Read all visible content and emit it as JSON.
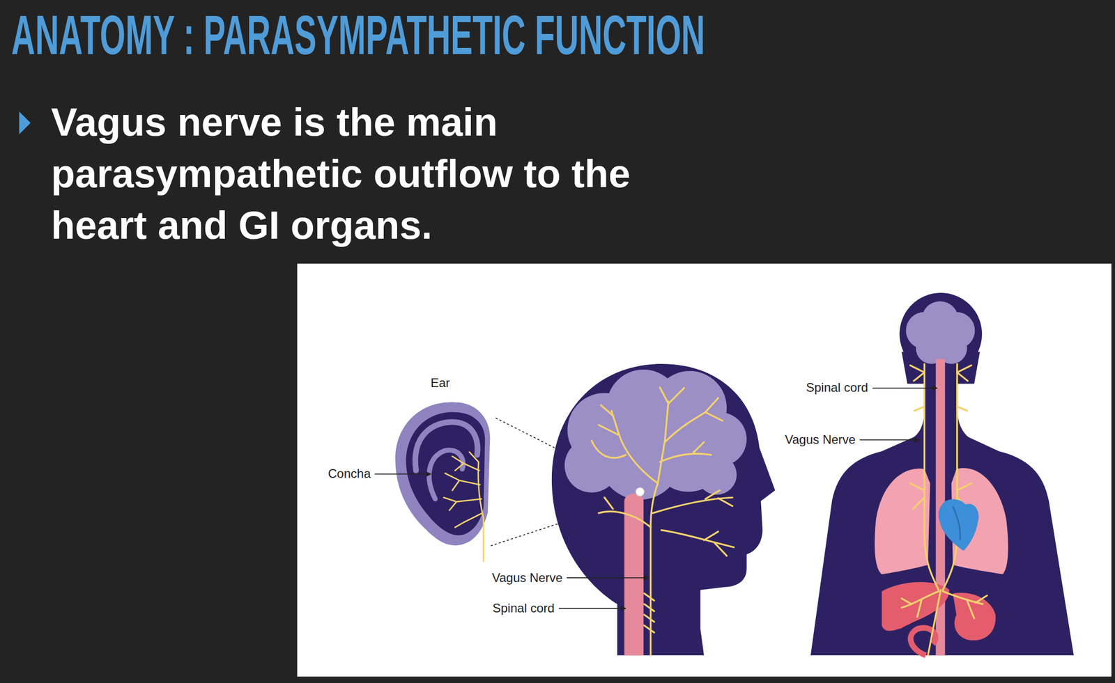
{
  "diagram": {
    "title": "ANATOMY : PARASYMPATHETIC FUNCTION",
    "labels": [
      "Vagus nerve is the main parasympathetic outflow to the heart and GI organs.",
      "Ear",
      "Concha",
      "Vagus Nerve",
      "Spinal cord",
      "Spinal cord",
      "Vagus Nerve"
    ]
  }
}
